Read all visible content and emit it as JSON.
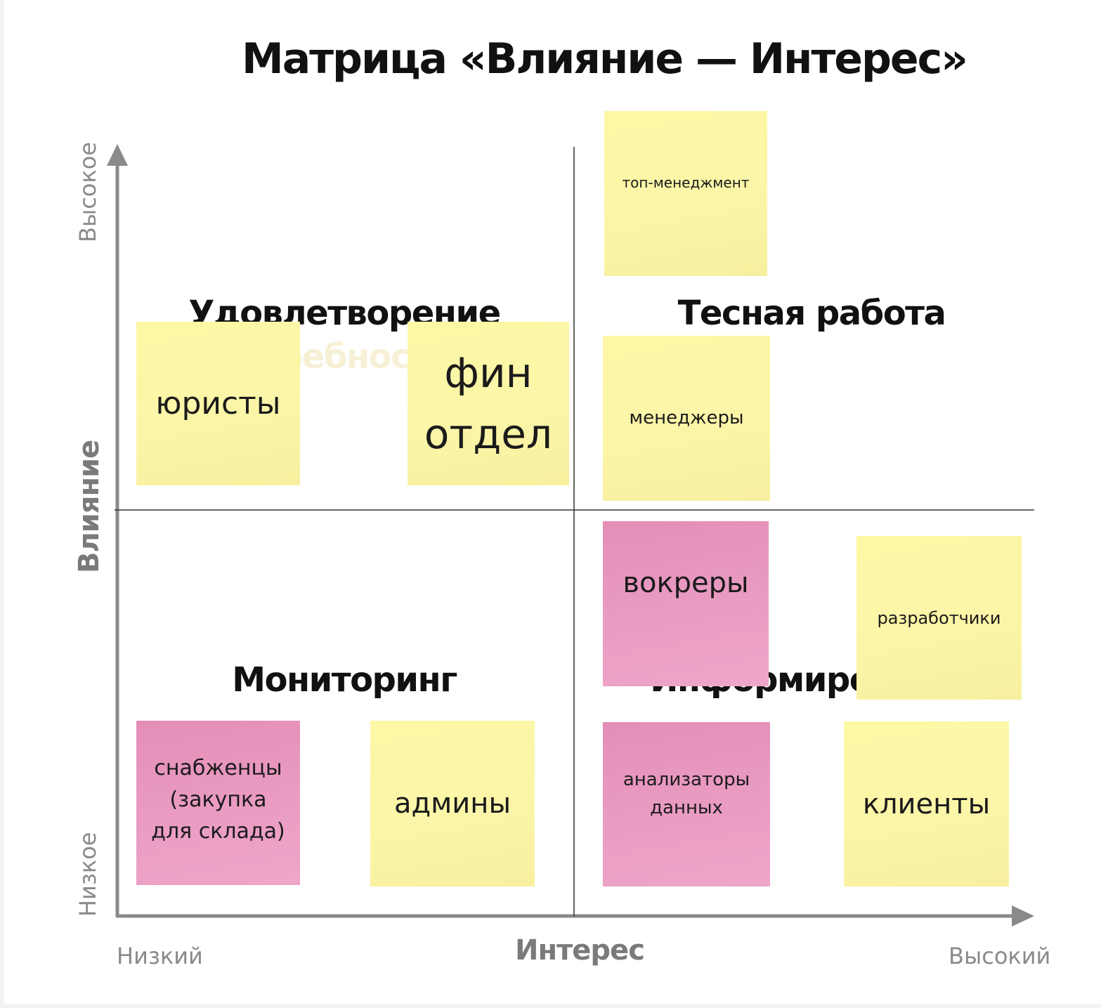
{
  "title": "Матрица «Влияние — Интерес»",
  "axes": {
    "x_title": "Интерес",
    "x_low": "Низкий",
    "x_high": "Высокий",
    "y_title": "Влияние",
    "y_low": "Низкое",
    "y_high": "Высокое"
  },
  "quadrants": {
    "top_left_line1": "Удовлетворение",
    "top_left_line2": "потребностей",
    "top_right": "Тесная работа",
    "bottom_left": "Мониторинг",
    "bottom_right": "Информирование"
  },
  "stickies": {
    "top_management": {
      "text": "топ-менеджмент",
      "color": "yellow"
    },
    "managers": {
      "text": "менеджеры",
      "color": "yellow"
    },
    "lawyers": {
      "text": "юристы",
      "color": "yellow"
    },
    "finance_line1": "фин",
    "finance_line2": "отдел",
    "finance_color": "yellow",
    "workers": {
      "text": "вокреры",
      "color": "pink"
    },
    "developers": {
      "text": "разработчики",
      "color": "yellow"
    },
    "suppliers_line1": "снабженцы",
    "suppliers_line2": "(закупка",
    "suppliers_line3": "для склада)",
    "suppliers_color": "pink",
    "admins": {
      "text": "админы",
      "color": "yellow"
    },
    "analyzers_line1": "анализаторы",
    "analyzers_line2": "данных",
    "analyzers_color": "pink",
    "clients": {
      "text": "клиенты",
      "color": "yellow"
    }
  },
  "colors": {
    "sticky_yellow": "#fbf5a8",
    "sticky_pink": "#ea9cc2",
    "axis_gray": "#8a8a8a",
    "divider": "#333333"
  }
}
